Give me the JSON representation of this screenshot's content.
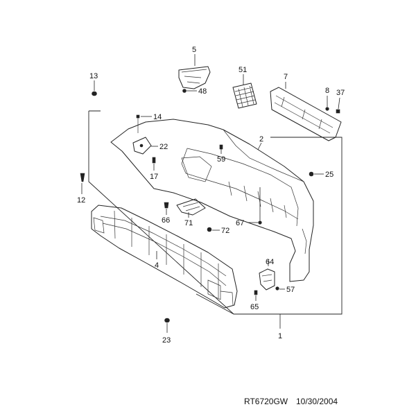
{
  "callouts": {
    "c1": "1",
    "c2": "2",
    "c4": "4",
    "c5": "5",
    "c7": "7",
    "c8": "8",
    "c12": "12",
    "c13": "13",
    "c14": "14",
    "c17": "17",
    "c22": "22",
    "c23": "23",
    "c25": "25",
    "c37": "37",
    "c48": "48",
    "c51": "51",
    "c57": "57",
    "c59": "59",
    "c64": "64",
    "c65": "65",
    "c66": "66",
    "c67": "67",
    "c71": "71",
    "c72": "72"
  },
  "footer": {
    "code": "RT6720GW",
    "date": "10/30/2004"
  },
  "icons": {
    "fastener": "bolt-icon",
    "clip": "clip-icon",
    "nut": "nut-icon"
  }
}
